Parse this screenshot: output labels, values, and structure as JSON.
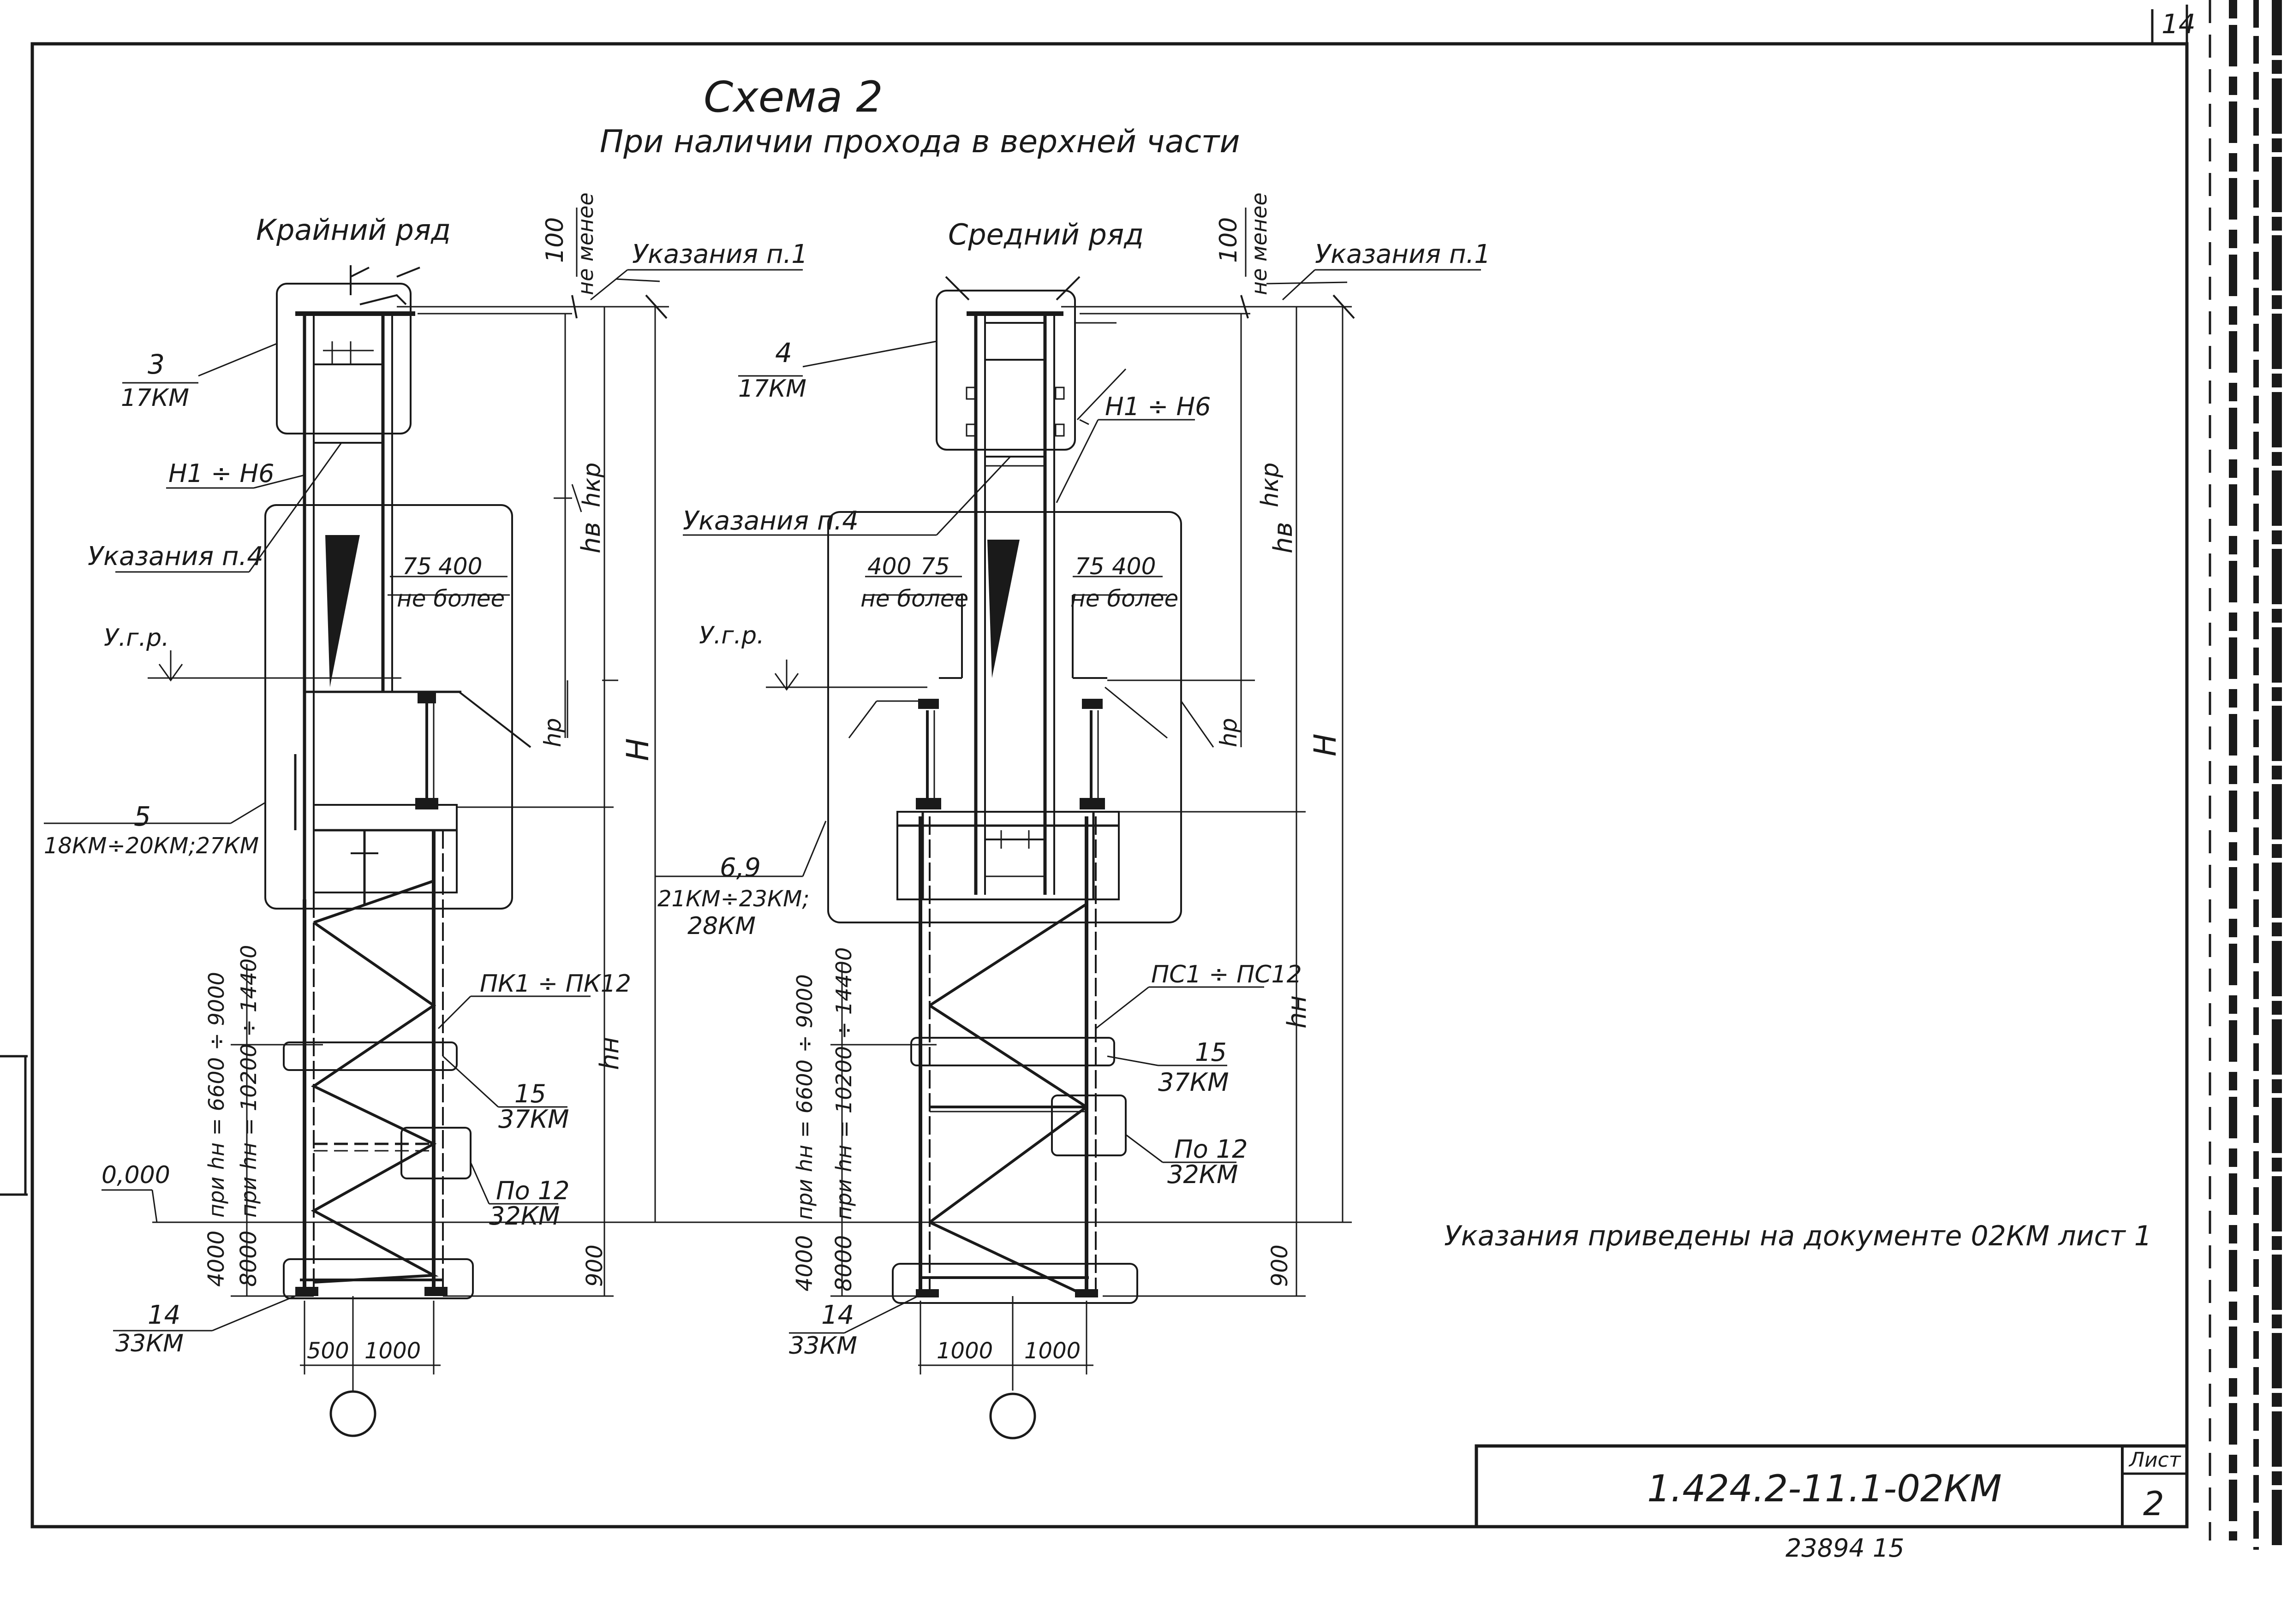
{
  "sheet_number_corner": "14",
  "title": "Схема 2",
  "subtitle": "При наличии прохода в верхней части",
  "left": {
    "label": "Крайний ряд",
    "clearance_top": "100",
    "clearance_note": "не менее",
    "ref_top": "Указания п.1",
    "callout_head": "3",
    "callout_head_doc": "17КМ",
    "h_range": "Н1 ÷ Н6",
    "ref_mid": "Указания п.4",
    "gap_a": "75",
    "gap_b": "400",
    "gap_note": "не более",
    "ugr": "У.г.р.",
    "callout_mid": "5",
    "callout_mid_doc": "18КМ÷20КМ;27КМ",
    "pk_range": "ПК1 ÷ ПК12",
    "callout_15": "15",
    "callout_15_doc": "37КМ",
    "zero": "0,000",
    "callout_po": "По 12",
    "callout_po_doc": "32КМ",
    "callout_14": "14",
    "callout_14_doc": "33КМ",
    "dim_500": "500",
    "dim_1000": "1000",
    "dim_900": "900",
    "dim_4000": "4000",
    "dim_8000": "8000",
    "range_a": "при hн = 6600 ÷ 9000",
    "range_b": "при hн = 10200 ÷ 14400",
    "hkr": "hкр",
    "hv": "hв",
    "hr": "hр",
    "H": "Н",
    "hn": "hн"
  },
  "right": {
    "label": "Средний ряд",
    "clearance_top": "100",
    "clearance_note": "не менее",
    "ref_top": "Указания п.1",
    "callout_head": "4",
    "callout_head_doc": "17КМ",
    "h_range": "Н1 ÷ Н6",
    "ref_mid": "Указания п.4",
    "gap_left_a": "400",
    "gap_left_b": "75",
    "gap_right_a": "75",
    "gap_right_b": "400",
    "gap_note": "не более",
    "ugr": "У.г.р.",
    "callout_mid": "6,9",
    "callout_mid_doc1": "21КМ÷23КМ;",
    "callout_mid_doc2": "28КМ",
    "ps_range": "ПС1 ÷ ПС12",
    "callout_15": "15",
    "callout_15_doc": "37КМ",
    "callout_po": "По 12",
    "callout_po_doc": "32КМ",
    "callout_14": "14",
    "callout_14_doc": "33КМ",
    "dim_1000a": "1000",
    "dim_1000b": "1000",
    "dim_900": "900",
    "dim_4000": "4000",
    "dim_8000": "8000",
    "range_a": "при hн = 6600 ÷ 9000",
    "range_b": "при hн = 10200 ÷ 14400",
    "hkr": "hкр",
    "hv": "hв",
    "hr": "hр",
    "H": "Н",
    "hn": "hн"
  },
  "note": "Указания приведены на документе 02КМ лист 1",
  "stamp": {
    "code": "1.424.2-11.1-02КМ",
    "sheet_label": "Лист",
    "sheet_value": "2"
  },
  "bottom_number": "23894   15"
}
